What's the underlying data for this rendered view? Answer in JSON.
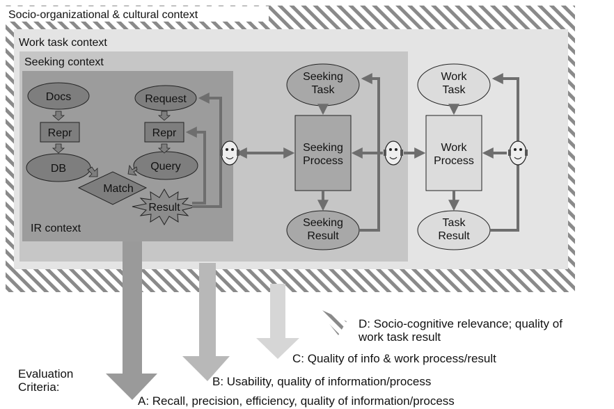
{
  "contexts": {
    "socio": "Socio-organizational & cultural context",
    "work_task": "Work task context",
    "seeking": "Seeking context",
    "ir": "IR context"
  },
  "ir_nodes": {
    "docs": "Docs",
    "repr_left": "Repr",
    "db": "DB",
    "request": "Request",
    "repr_right": "Repr",
    "query": "Query",
    "match": "Match",
    "result": "Result"
  },
  "seeking_nodes": {
    "task": [
      "Seeking",
      "Task"
    ],
    "process": [
      "Seeking",
      "Process"
    ],
    "result": [
      "Seeking",
      "Result"
    ]
  },
  "work_nodes": {
    "task": [
      "Work",
      "Task"
    ],
    "process": [
      "Work",
      "Process"
    ],
    "result": [
      "Task",
      "Result"
    ]
  },
  "criteria": {
    "heading": [
      "Evaluation",
      "Criteria:"
    ],
    "a": "A: Recall, precision, efficiency, quality of information/process",
    "b": "B: Usability, quality of information/process",
    "c": "C: Quality of info & work process/result",
    "d": [
      "D: Socio-cognitive relevance; quality of",
      "work task result"
    ]
  },
  "colors": {
    "hatch": "#8a8a8a",
    "work_box": "#e4e4e4",
    "seeking_box": "#c6c6c6",
    "ir_box": "#9c9c9c",
    "ir_node": "#7e7e7e",
    "seeking_node": "#a8a8a8",
    "work_node": "#dcdcdc",
    "connector": "#6e6e6e",
    "arrow_a": "#9a9a9a",
    "arrow_b": "#b8b8b8",
    "arrow_c": "#d6d6d6"
  }
}
